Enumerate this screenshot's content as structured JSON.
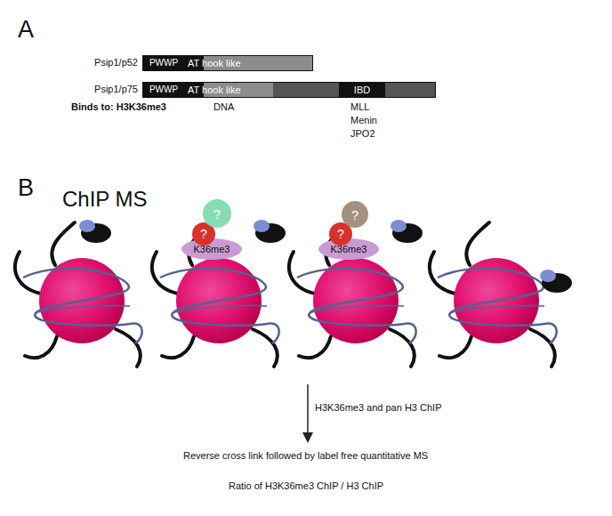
{
  "diagram": {
    "nodes": [
      {
        "text": [
          "Psip1/p52"
        ]
      },
      {
        "text": [
          "PWWP"
        ],
        "in": 0
      },
      {
        "text": [
          "AT hook like"
        ],
        "in": 0
      },
      {
        "text": [
          "Psip1/p75"
        ]
      },
      {
        "text": [
          "PWWP"
        ],
        "in": 3
      },
      {
        "text": [
          "AT hook like"
        ],
        "in": 3
      },
      {
        "text": [
          "IBD"
        ],
        "in": 3
      },
      {
        "text": [
          "K36me3"
        ]
      },
      {
        "text": [
          "?"
        ]
      },
      {
        "text": [
          "?"
        ]
      },
      {
        "text": [
          "K36me3"
        ]
      },
      {
        "text": [
          "?"
        ]
      },
      {
        "text": [
          "?"
        ]
      }
    ],
    "edges": [],
    "labels": [
      "A",
      "Binds to: H3K36me3",
      "DNA",
      "MLL",
      "Menin",
      "JPO2",
      "B",
      "ChIP MS",
      "H3K36me3 and pan H3 ChIP",
      "Reverse cross link followed by label free quantitative MS",
      "Ratio of H3K36me3 ChIP / H3 ChIP"
    ]
  }
}
